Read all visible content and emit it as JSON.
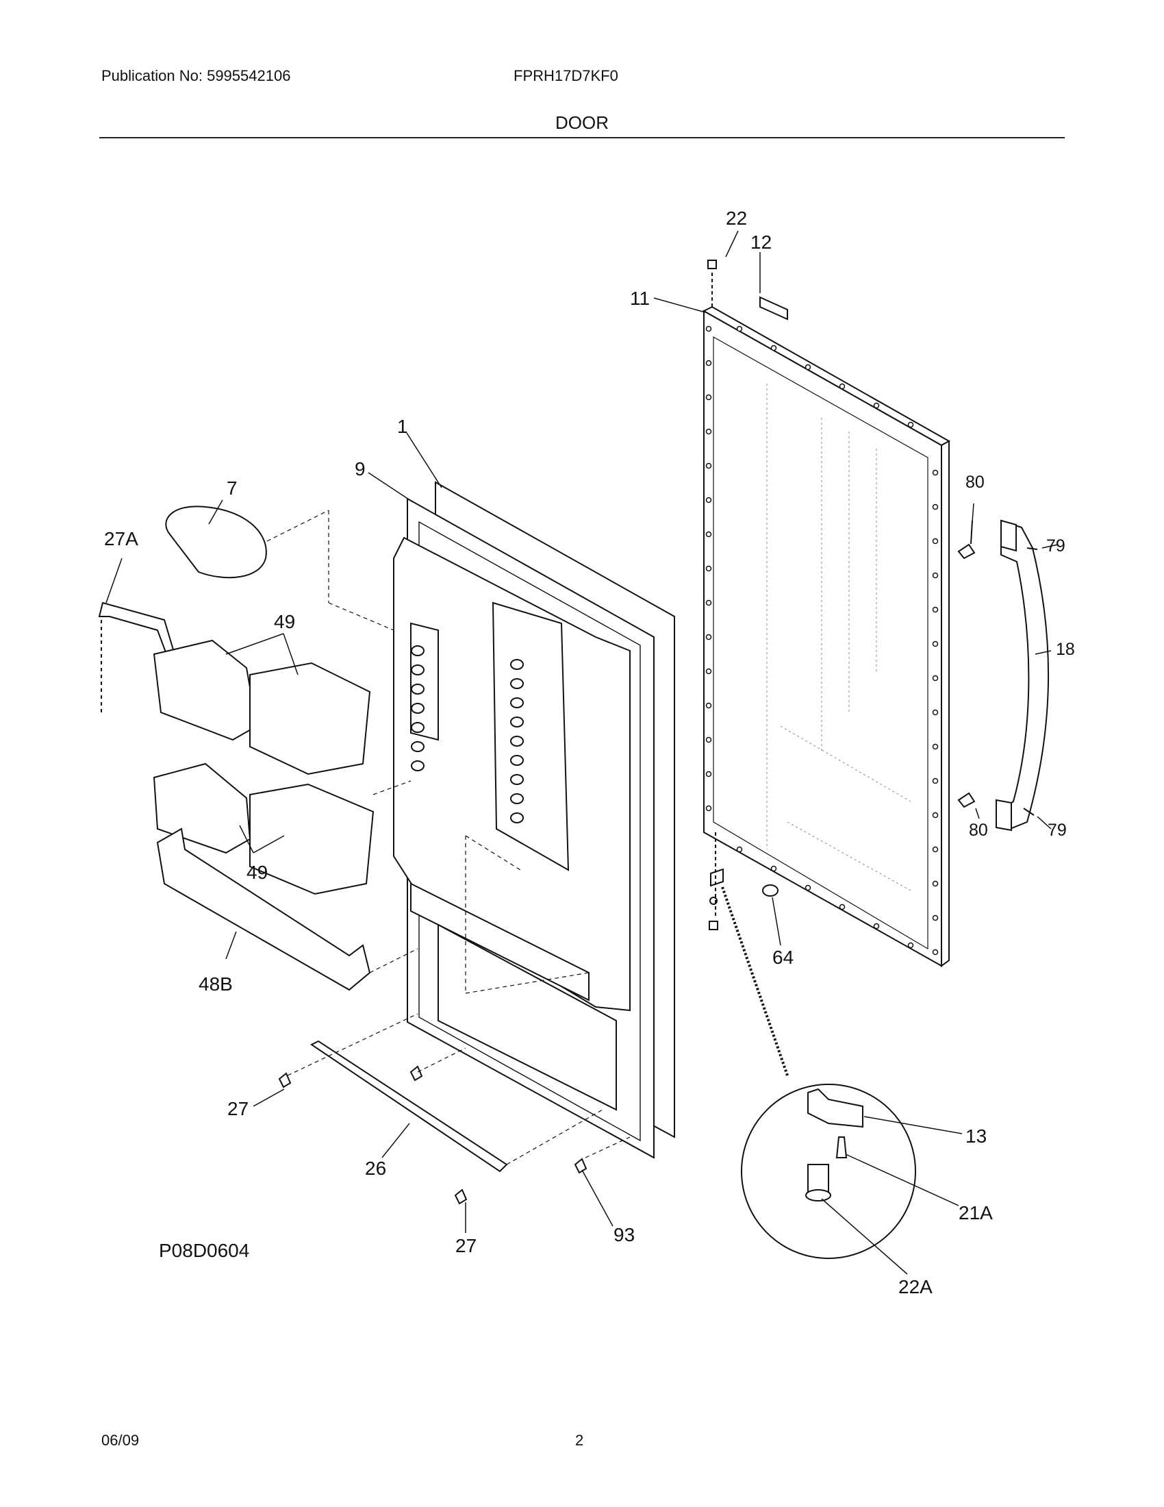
{
  "header": {
    "publication": "Publication No: 5995542106",
    "model": "FPRH17D7KF0",
    "section_title": "DOOR"
  },
  "diagram": {
    "id_code": "P08D0604",
    "callouts": {
      "c22": "22",
      "c12": "12",
      "c11": "11",
      "c1": "1",
      "c9": "9",
      "c7": "7",
      "c27A": "27A",
      "c49a": "49",
      "c49b": "49",
      "c48B": "48B",
      "c80a": "80",
      "c79a": "79",
      "c18": "18",
      "c80b": "80",
      "c79b": "79",
      "c64": "64",
      "c27a": "27",
      "c26": "26",
      "c27b": "27",
      "c93": "93",
      "c13": "13",
      "c21A": "21A",
      "c22A": "22A"
    }
  },
  "footer": {
    "date": "06/09",
    "page": "2"
  }
}
